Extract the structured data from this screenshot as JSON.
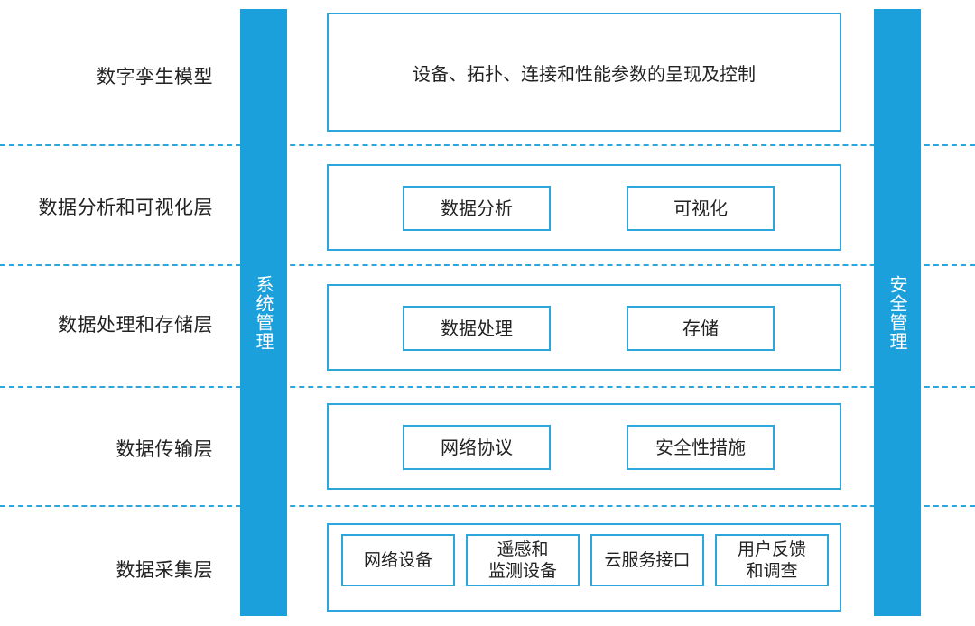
{
  "layers": [
    {
      "label": "数字孪生模型"
    },
    {
      "label": "数据分析和可视化层"
    },
    {
      "label": "数据处理和存储层"
    },
    {
      "label": "数据传输层"
    },
    {
      "label": "数据采集层"
    }
  ],
  "side_bars": {
    "left": "系统管理",
    "right": "安全管理"
  },
  "twin_model_box": {
    "description": "设备、拓扑、连接和性能参数的呈现及控制"
  },
  "analysis_layer": {
    "components": [
      "数据分析",
      "可视化"
    ]
  },
  "processing_layer": {
    "components": [
      "数据处理",
      "存储"
    ]
  },
  "transport_layer": {
    "components": [
      "网络协议",
      "安全性措施"
    ]
  },
  "collection_layer": {
    "components": [
      "网络设备",
      "遥感和\n监测设备",
      "云服务接口",
      "用户反馈\n和调查"
    ]
  },
  "colors": {
    "accent": "#1ba0dc",
    "border": "#2da6dc",
    "text": "#222222"
  }
}
